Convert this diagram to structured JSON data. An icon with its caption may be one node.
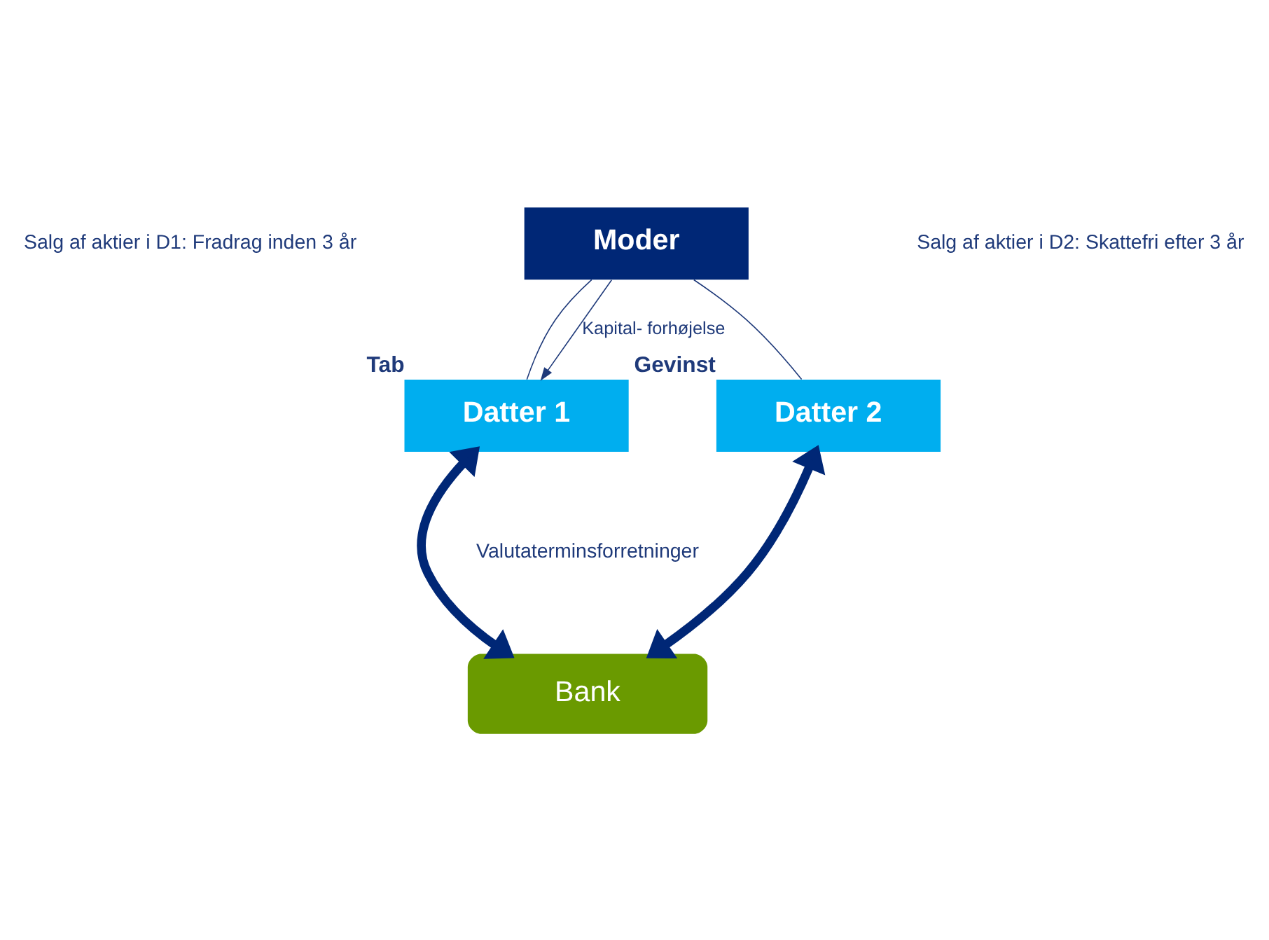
{
  "diagram": {
    "nodes": [
      {
        "text": [
          "Moder"
        ]
      },
      {
        "text": [
          "Datter 1"
        ],
        "beside": [
          "Tab"
        ]
      },
      {
        "text": [
          "Datter 2"
        ],
        "beside": [
          "Gevinst"
        ]
      },
      {
        "text": [
          "Bank"
        ]
      }
    ],
    "edges": [
      {
        "from": 0,
        "to": 1,
        "arrow": "none"
      },
      {
        "from": 0,
        "to": 2,
        "arrow": "none"
      },
      {
        "from": 0,
        "to": 1,
        "arrow": "to",
        "label": "Kapital- forhøjelse"
      },
      {
        "from": 1,
        "to": 3,
        "arrow": "both",
        "style": "thick"
      },
      {
        "from": 2,
        "to": 3,
        "arrow": "both",
        "style": "thick"
      }
    ],
    "labels": [
      "Salg af aktier i D1: Fradrag inden 3 år",
      "Salg af aktier i D2: Skattefri efter 3 år",
      "Valutaterminsforretninger"
    ]
  }
}
